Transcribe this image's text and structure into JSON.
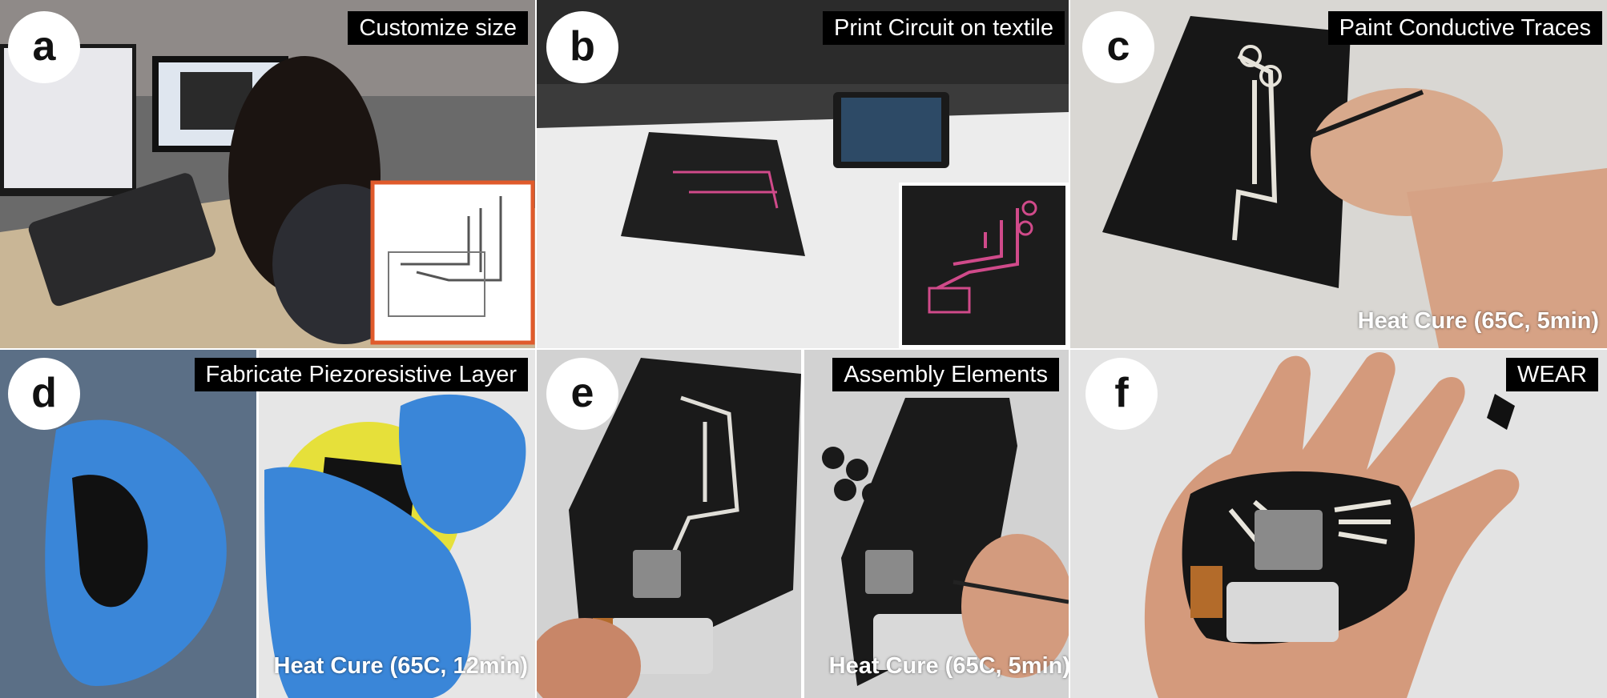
{
  "panels": [
    {
      "letter": "a",
      "title": "Customize size",
      "footer": ""
    },
    {
      "letter": "b",
      "title": "Print Circuit on textile",
      "footer": ""
    },
    {
      "letter": "c",
      "title": "Paint Conductive Traces",
      "footer": "Heat Cure (65C, 5min)"
    },
    {
      "letter": "d",
      "title": "Fabricate Piezoresistive Layer",
      "footer": "Heat Cure (65C, 12min)"
    },
    {
      "letter": "e",
      "title": "Assembly Elements",
      "footer": "Heat Cure (65C, 5min)"
    },
    {
      "letter": "f",
      "title": "WEAR",
      "footer": ""
    }
  ],
  "colors": {
    "accent": "#e05a2b",
    "trace_pink": "#d04a8a",
    "glove_blue": "#3a86d8",
    "pad_yellow": "#e6e03a"
  }
}
